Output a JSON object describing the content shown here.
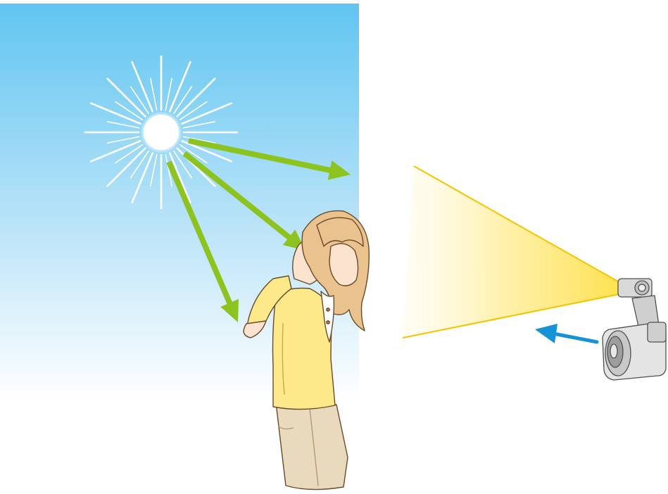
{
  "scene": {
    "sky_top_color": "#60c5f1",
    "sky_bottom_color": "#ffffff",
    "sun_color": "#ffffff",
    "sun_ray_count": 32,
    "sunlight_arrow_color": "#8cc31f",
    "sunlight_arrow_count": 3,
    "flash_beam_color": "#ffe15a",
    "flash_beam_edge_color": "#f5c400",
    "camera_motion_arrow_color": "#1592d8",
    "icons": [
      "sun-icon",
      "subject-figure",
      "camera-icon",
      "flash-icon",
      "arrow-icon"
    ]
  }
}
